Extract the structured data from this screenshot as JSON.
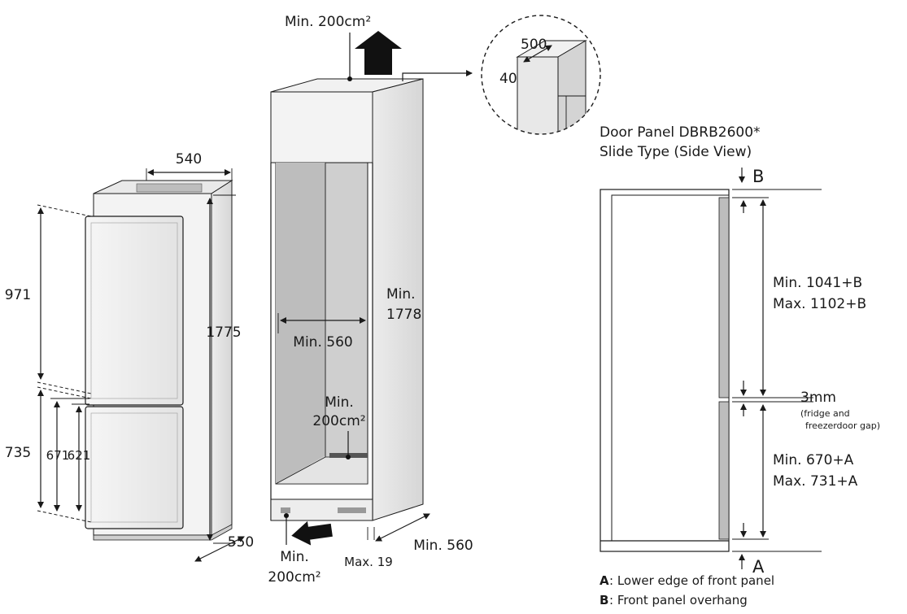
{
  "fridge": {
    "dim_width": "540",
    "dim_depth": "550",
    "dim_height": "1775",
    "dim_fridge_door": "971",
    "dim_freezer_door": "735",
    "dim_671": "671",
    "dim_621": "621"
  },
  "cabinet": {
    "vent_top": "Min. 200cm²",
    "height_l1": "Min.",
    "height_l2": "1778",
    "width": "Min. 560",
    "vent_mid_l1": "Min.",
    "vent_mid_l2": "200cm²",
    "vent_bottom_l1": "Min.",
    "vent_bottom_l2": "200cm²",
    "gap": "Max. 19",
    "depth": "Min. 560"
  },
  "detail": {
    "dim_500": "500",
    "dim_40": "40"
  },
  "panel": {
    "title_l1": "Door Panel DBRB2600*",
    "title_l2": "Slide Type (Side View)",
    "label_b": "B",
    "label_a": "A",
    "fridge_min": "Min. 1041+B",
    "fridge_max": "Max. 1102+B",
    "gap": "3mm",
    "gap_note_l1": "(fridge and",
    "gap_note_l2": "freezerdoor gap)",
    "freezer_min": "Min. 670+A",
    "freezer_max": "Max. 731+A"
  },
  "legend": [
    {
      "key": "A",
      "text": ": Lower edge of front panel"
    },
    {
      "key": "B",
      "text": ": Front panel overhang"
    }
  ]
}
